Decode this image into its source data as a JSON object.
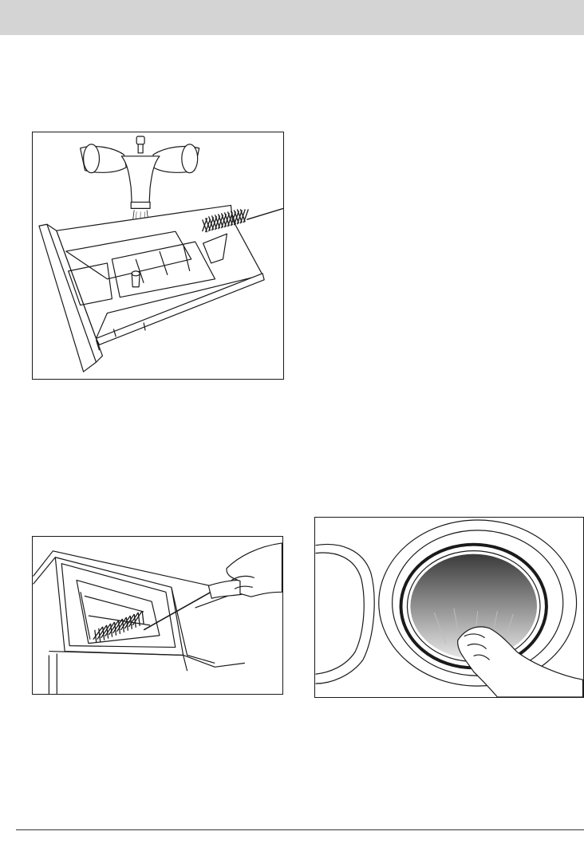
{
  "page": {
    "header_band_color": "#d4d4d4",
    "rule_color": "#333333"
  },
  "figures": [
    {
      "id": "fig-dispenser",
      "depicts": "detergent-drawer-cleaning-under-tap-with-brush"
    },
    {
      "id": "fig-recess",
      "depicts": "drawer-recess-cleaning-with-brush"
    },
    {
      "id": "fig-door",
      "depicts": "door-seal-check-by-hand"
    }
  ],
  "colors": {
    "line": "#1a1a1a",
    "paper": "#ffffff",
    "drum_gradient_top": "#3a3a3a",
    "drum_gradient_bottom": "#e6e6e6"
  }
}
